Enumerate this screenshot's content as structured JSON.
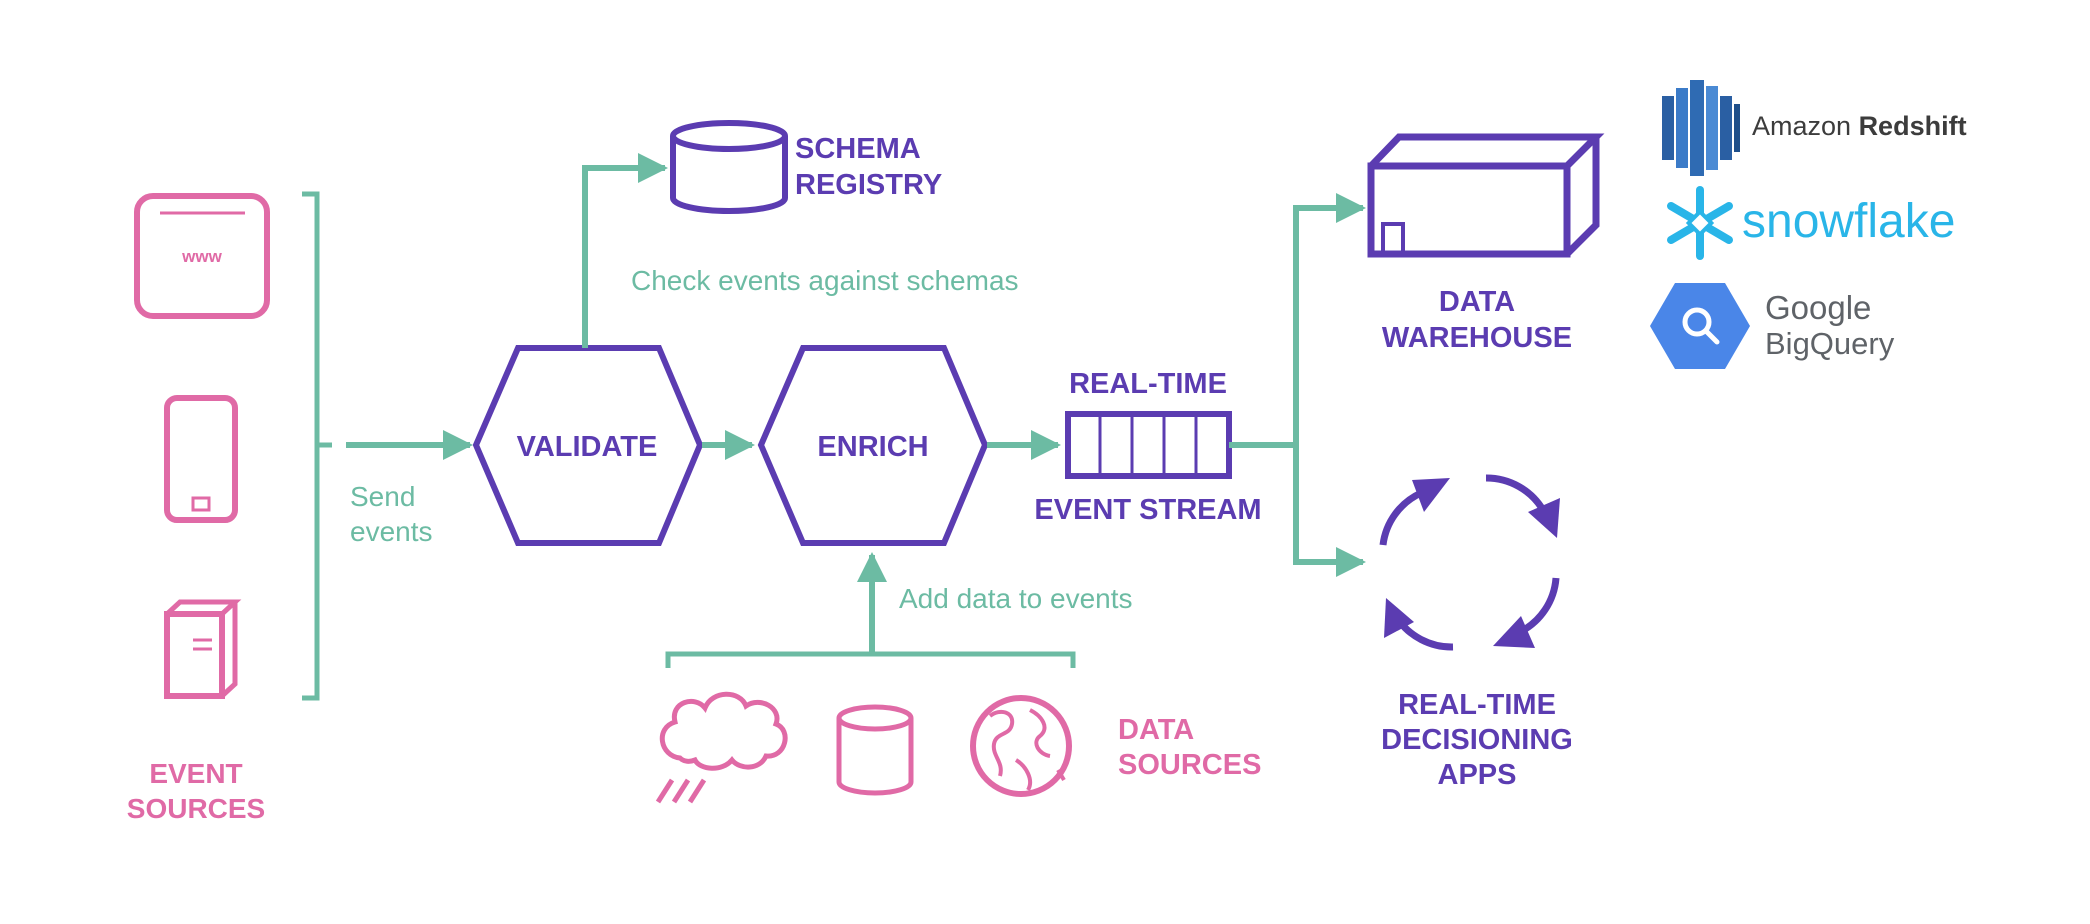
{
  "colors": {
    "pink": "#e06aa6",
    "purple": "#5b3cb1",
    "teal": "#6cbba3",
    "redshift_blue": "#2f6bb3",
    "snowflake_blue": "#29b5e8",
    "bigquery_blue": "#4a86e8",
    "logo_gray": "#5f6368"
  },
  "event_sources": {
    "label_line1": "EVENT",
    "label_line2": "SOURCES",
    "icons": [
      "web-browser-icon",
      "mobile-phone-icon",
      "server-icon"
    ],
    "browser_text": "www"
  },
  "send_events": {
    "line1": "Send",
    "line2": "events"
  },
  "validate": {
    "label": "VALIDATE"
  },
  "enrich": {
    "label": "ENRICH"
  },
  "schema_registry": {
    "line1": "SCHEMA",
    "line2": "REGISTRY",
    "note": "Check events against schemas"
  },
  "add_data": {
    "note": "Add data to events"
  },
  "data_sources": {
    "label_line1": "DATA",
    "label_line2": "SOURCES",
    "icons": [
      "weather-cloud-icon",
      "database-icon",
      "globe-icon"
    ]
  },
  "event_stream": {
    "top": "REAL-TIME",
    "bottom": "EVENT STREAM"
  },
  "data_warehouse": {
    "line1": "DATA",
    "line2": "WAREHOUSE"
  },
  "decisioning": {
    "line1": "REAL-TIME",
    "line2": "DECISIONING",
    "line3": "APPS"
  },
  "logos": {
    "redshift_prefix": "Amazon ",
    "redshift_bold": "Redshift",
    "snowflake": "snowflake",
    "bigquery_line1": "Google",
    "bigquery_line2": "BigQuery"
  }
}
